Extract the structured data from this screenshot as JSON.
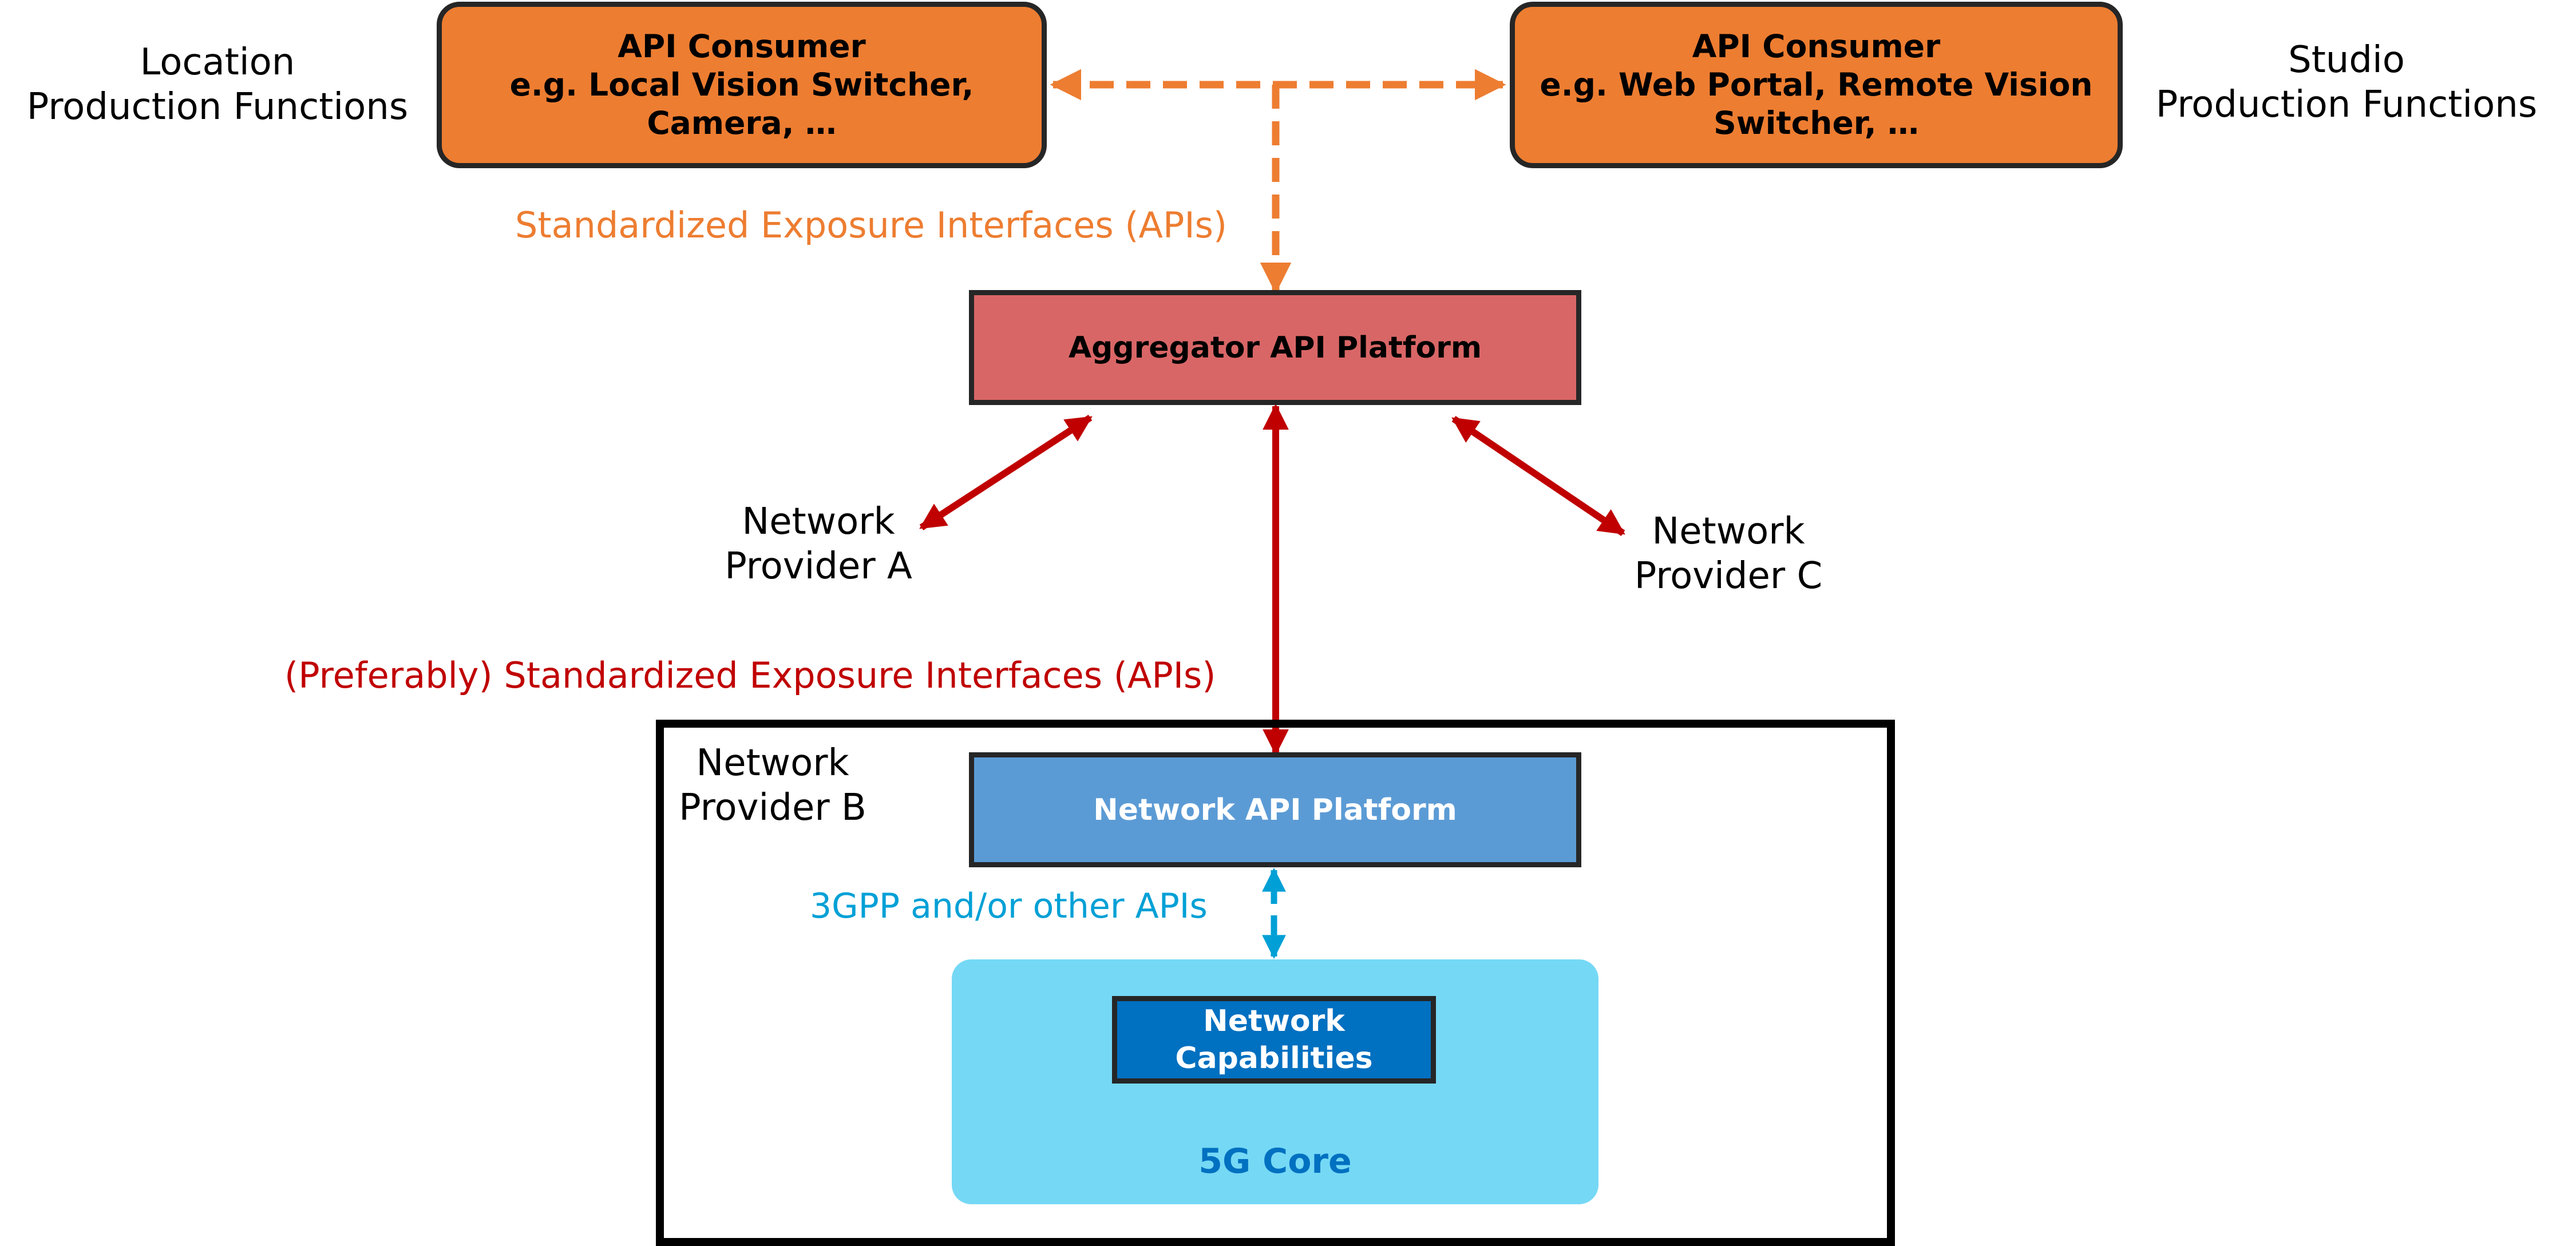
{
  "colors": {
    "consumer_fill": "#ED7D31",
    "aggregator_fill": "#D96666",
    "network_api_fill": "#5B9BD5",
    "core_fill": "#75D8F5",
    "capabilities_fill": "#0070C0",
    "border_dark": "#262626",
    "orange_arrow": "#ED7D31",
    "red_arrow": "#C00000",
    "cyan_arrow": "#00A0D6"
  },
  "side_labels": {
    "location": [
      "Location",
      "Production Functions"
    ],
    "studio": [
      "Studio",
      "Production Functions"
    ]
  },
  "consumers": {
    "left": [
      "API Consumer",
      "e.g. Local Vision Switcher,",
      "Camera, …"
    ],
    "right": [
      "API Consumer",
      "e.g. Web Portal, Remote Vision",
      "Switcher, …"
    ]
  },
  "interfaces": {
    "standardized": "Standardized Exposure Interfaces (APIs)",
    "preferably_standardized": "(Preferably) Standardized Exposure Interfaces (APIs)",
    "threegpp": "3GPP and/or other APIs"
  },
  "aggregator": {
    "label": "Aggregator API Platform"
  },
  "providers": {
    "a": [
      "Network",
      "Provider A"
    ],
    "b": [
      "Network",
      "Provider B"
    ],
    "c": [
      "Network",
      "Provider C"
    ]
  },
  "network_api_platform": {
    "label": "Network API Platform"
  },
  "network_capabilities": {
    "lines": [
      "Network",
      "Capabilities"
    ]
  },
  "core": {
    "label": "5G Core"
  }
}
